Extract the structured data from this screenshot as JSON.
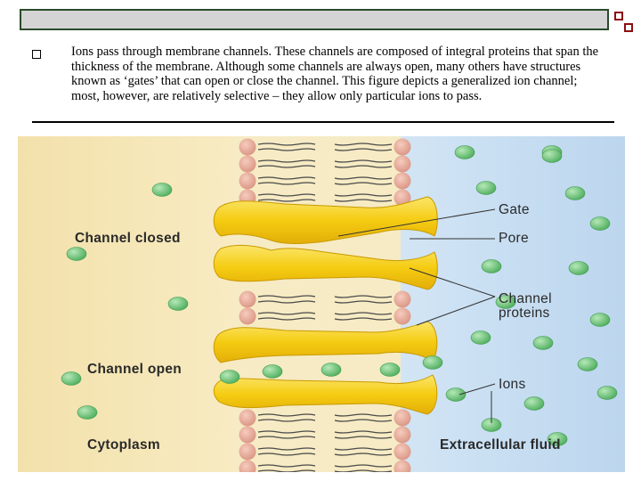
{
  "slide": {
    "paragraph": "Ions pass through membrane channels. These channels are composed of integral proteins that span the thickness of the membrane. Although some channels are always open, many others have structures known as ‘gates’ that can open or close the channel. This figure depicts a generalized ion channel; most, however, are relatively selective – they allow only particular ions to pass."
  },
  "figure": {
    "labels": {
      "channel_closed": "Channel closed",
      "channel_open": "Channel open",
      "cytoplasm": "Cytoplasm",
      "gate": "Gate",
      "pore": "Pore",
      "channel_proteins_line1": "Channel",
      "channel_proteins_line2": "proteins",
      "ions": "Ions",
      "extracellular_fluid": "Extracellular fluid"
    },
    "colors": {
      "cytoplasm_bg": "#f5e6b4",
      "extracellular_bg": "#c6def2",
      "lipid_head": "#e9aa98",
      "channel_protein": "#f7d21e",
      "ion": "#6cc07a"
    }
  }
}
